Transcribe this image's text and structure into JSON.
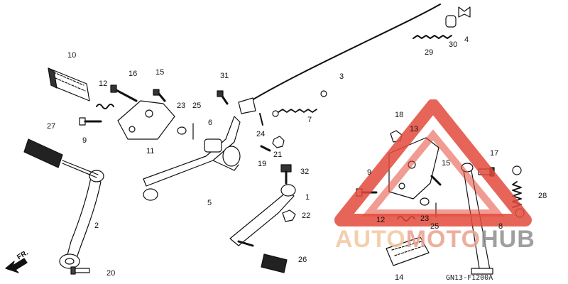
{
  "diagram": {
    "reference_code": "GN13-F1200A",
    "direction_label": "FR.",
    "watermark": {
      "part1": "AUTO",
      "part2": "MOTO",
      "part3": "HUB",
      "color_light": "#f2c7a0",
      "color_red": "#e34a3b",
      "color_gray": "#8f8f8f"
    },
    "part_numbers": [
      "1",
      "2",
      "3",
      "4",
      "5",
      "6",
      "7",
      "8",
      "9",
      "10",
      "11",
      "12",
      "13",
      "14",
      "15",
      "16",
      "17",
      "18",
      "19",
      "20",
      "21",
      "22",
      "23",
      "24",
      "25",
      "26",
      "27",
      "28",
      "29",
      "30",
      "31",
      "32"
    ]
  }
}
